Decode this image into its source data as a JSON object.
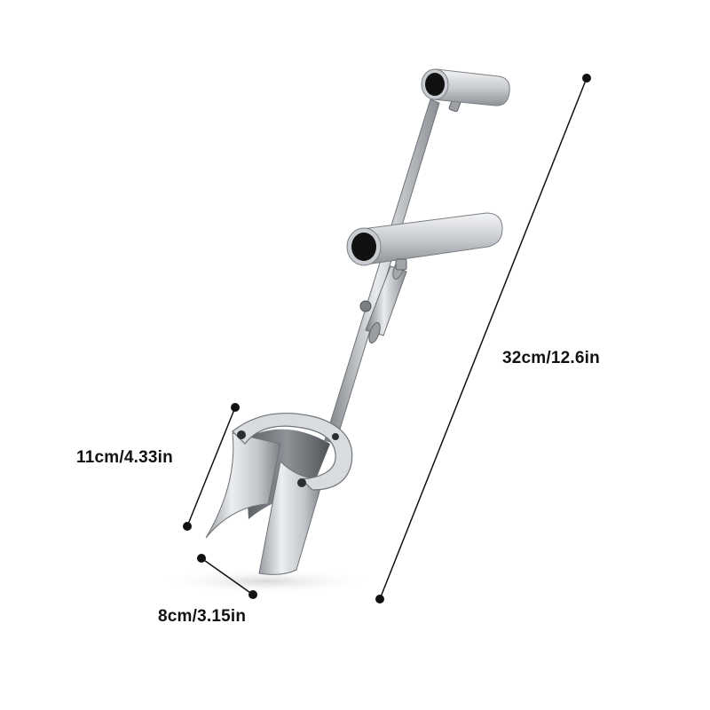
{
  "dimensions": {
    "overall_height": "32cm/12.6in",
    "blade_length": "11cm/4.33in",
    "blade_width": "8cm/3.15in"
  },
  "colors": {
    "background": "#ffffff",
    "metal_light": "#e4e6e8",
    "metal_mid": "#b8bcc0",
    "metal_dark": "#6c7075",
    "dimension_line": "#111111"
  }
}
